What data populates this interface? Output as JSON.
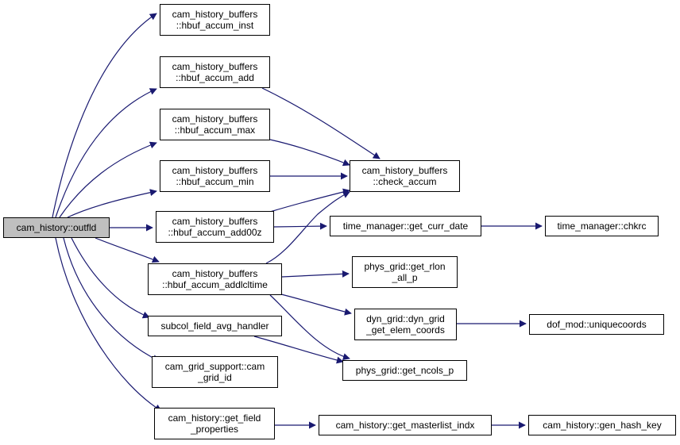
{
  "colors": {
    "edge": "#191970",
    "root_fill": "#bfbfbf",
    "node_fill": "#ffffff",
    "border": "#000000"
  },
  "nodes": {
    "outfld": {
      "lines": [
        "cam_history::outfld"
      ]
    },
    "hbuf_accum_inst": {
      "lines": [
        "cam_history_buffers",
        "::hbuf_accum_inst"
      ]
    },
    "hbuf_accum_add": {
      "lines": [
        "cam_history_buffers",
        "::hbuf_accum_add"
      ]
    },
    "hbuf_accum_max": {
      "lines": [
        "cam_history_buffers",
        "::hbuf_accum_max"
      ]
    },
    "hbuf_accum_min": {
      "lines": [
        "cam_history_buffers",
        "::hbuf_accum_min"
      ]
    },
    "hbuf_accum_add00z": {
      "lines": [
        "cam_history_buffers",
        "::hbuf_accum_add00z"
      ]
    },
    "hbuf_accum_addlcltime": {
      "lines": [
        "cam_history_buffers",
        "::hbuf_accum_addlcltime"
      ]
    },
    "subcol_field_avg_handler": {
      "lines": [
        "subcol_field_avg_handler"
      ]
    },
    "cam_grid_id": {
      "lines": [
        "cam_grid_support::cam",
        "_grid_id"
      ]
    },
    "get_field_properties": {
      "lines": [
        "cam_history::get_field",
        "_properties"
      ]
    },
    "check_accum": {
      "lines": [
        "cam_history_buffers",
        "::check_accum"
      ]
    },
    "get_curr_date": {
      "lines": [
        "time_manager::get_curr_date"
      ]
    },
    "get_rlon_all_p": {
      "lines": [
        "phys_grid::get_rlon",
        "_all_p"
      ]
    },
    "get_elem_coords": {
      "lines": [
        "dyn_grid::dyn_grid",
        "_get_elem_coords"
      ]
    },
    "get_ncols_p": {
      "lines": [
        "phys_grid::get_ncols_p"
      ]
    },
    "get_masterlist_indx": {
      "lines": [
        "cam_history::get_masterlist_indx"
      ]
    },
    "chkrc": {
      "lines": [
        "time_manager::chkrc"
      ]
    },
    "uniquecoords": {
      "lines": [
        "dof_mod::uniquecoords"
      ]
    },
    "gen_hash_key": {
      "lines": [
        "cam_history::gen_hash_key"
      ]
    }
  },
  "edges": [
    [
      "outfld",
      "hbuf_accum_inst"
    ],
    [
      "outfld",
      "hbuf_accum_add"
    ],
    [
      "outfld",
      "hbuf_accum_max"
    ],
    [
      "outfld",
      "hbuf_accum_min"
    ],
    [
      "outfld",
      "hbuf_accum_add00z"
    ],
    [
      "outfld",
      "hbuf_accum_addlcltime"
    ],
    [
      "outfld",
      "subcol_field_avg_handler"
    ],
    [
      "outfld",
      "cam_grid_id"
    ],
    [
      "outfld",
      "get_field_properties"
    ],
    [
      "hbuf_accum_add",
      "check_accum"
    ],
    [
      "hbuf_accum_max",
      "check_accum"
    ],
    [
      "hbuf_accum_min",
      "check_accum"
    ],
    [
      "hbuf_accum_add00z",
      "check_accum"
    ],
    [
      "hbuf_accum_add00z",
      "get_curr_date"
    ],
    [
      "hbuf_accum_addlcltime",
      "check_accum"
    ],
    [
      "hbuf_accum_addlcltime",
      "get_rlon_all_p"
    ],
    [
      "hbuf_accum_addlcltime",
      "get_elem_coords"
    ],
    [
      "hbuf_accum_addlcltime",
      "get_ncols_p"
    ],
    [
      "subcol_field_avg_handler",
      "get_ncols_p"
    ],
    [
      "get_curr_date",
      "chkrc"
    ],
    [
      "get_elem_coords",
      "uniquecoords"
    ],
    [
      "get_field_properties",
      "get_masterlist_indx"
    ],
    [
      "get_masterlist_indx",
      "gen_hash_key"
    ]
  ]
}
